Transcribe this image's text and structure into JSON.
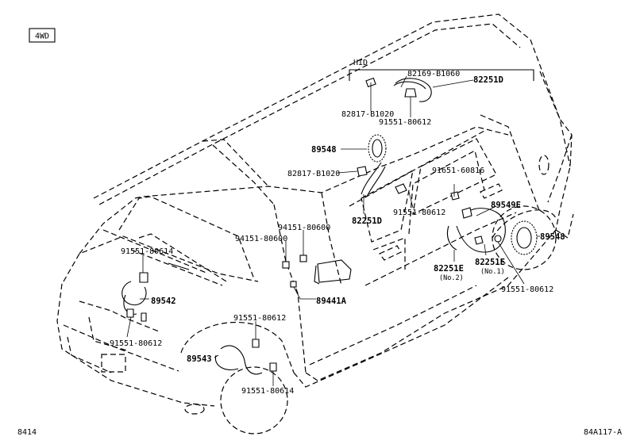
{
  "header": {
    "variant_label": "4WD",
    "group_label": "HID"
  },
  "footer": {
    "page_code": "8414",
    "figure_code": "84A117-A"
  },
  "parts": {
    "p_82169": "82169-B1060",
    "p_82251D_top": "82251D",
    "p_82817_top": "82817-B1020",
    "p_91551_80612_top": "91551-80612",
    "p_89548_left": "89548",
    "p_82817_mid": "82817-B1020",
    "p_82251D_mid": "82251D",
    "p_91651": "91651-60816",
    "p_91551_80612_mid": "91551-80612",
    "p_89549E": "89549E",
    "p_89548_right": "89548",
    "p_94151_upper": "94151-80600",
    "p_94151_lower": "94151-80600",
    "p_91551_80614_left": "91551-80614",
    "p_89542": "89542",
    "p_89441A": "89441A",
    "p_91551_80612_left": "91551-80612",
    "p_91551_80612_center": "91551-80612",
    "p_89543": "89543",
    "p_91551_80614_bottom": "91551-80614",
    "p_82251E_no2": "82251E",
    "p_no2": "(No.2)",
    "p_82251E_no1": "82251E",
    "p_no1": "(No.1)",
    "p_91551_80612_right": "91551-80612"
  }
}
